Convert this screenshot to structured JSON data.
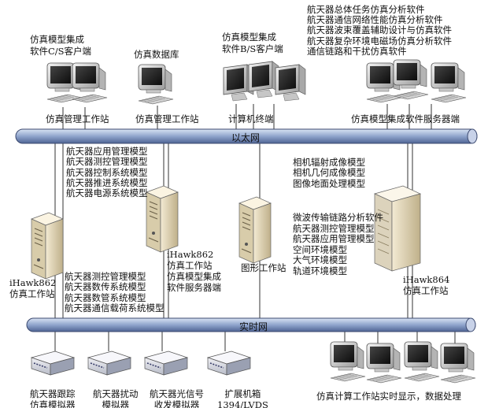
{
  "top_left_client": [
    "仿真模型集成",
    "软件C/S客户端"
  ],
  "db_label": "仿真数据库",
  "bs_client": [
    "仿真模型集成",
    "软件B/S客户端"
  ],
  "top_right_list": [
    "航天器总体任务仿真分析软件",
    "航天器通信网络性能仿真分析软件",
    "航天器波束覆盖辅助设计与仿真软件",
    "航天器复杂环境电磁场仿真分析软件",
    "通信链路和干扰仿真软件"
  ],
  "top_labels": {
    "mgmt1": "仿真管理工作站",
    "mgmt2": "仿真管理工作站",
    "terminal": "计算机终端",
    "server_end": "仿真模型集成软件服务器端"
  },
  "ethernet": "以太网",
  "realtime_net": "实时网",
  "models_left_top": [
    "航天器应用管理模型",
    "航天器测控管理模型",
    "航天器控制系统模型",
    "航天器推进系统模型",
    "航天器电源系统模型"
  ],
  "models_imaging": [
    "相机辐射成像模型",
    "相机几何成像模型",
    "图像地面处理模型"
  ],
  "models_right": [
    "微波传输链路分析软件",
    "航天器测控管理模型",
    "航天器应用管理模型",
    "空间环境模型",
    "大气环境模型",
    "轨道环境模型"
  ],
  "models_left_bottom": [
    "航天器测控管理模型",
    "航天器数传系统模型",
    "航天器数管系统模型",
    "航天器通信载荷系统模型"
  ],
  "ws1": [
    "iHawk862",
    "仿真工作站"
  ],
  "ws2": [
    "iHawk862",
    "仿真工作站",
    "仿真模型集成",
    "软件服务器端"
  ],
  "graphics_ws": "图形工作站",
  "ws4": [
    "iHawk864",
    "仿真工作站"
  ],
  "bottom_devices": [
    [
      "航天器跟踪",
      "仿真模拟器"
    ],
    [
      "航天器扰动",
      "模拟器"
    ],
    [
      "航天器光信号",
      "收发模拟器"
    ],
    [
      "扩展机箱",
      "1394/LVDS"
    ]
  ],
  "bottom_right": "仿真计算工作站实时显示，数据处理",
  "icons": [
    "desktop-computer-icon",
    "database-computer-icon",
    "monitor-icon",
    "tower-server-icon",
    "rack-server-icon",
    "simulator-box-icon"
  ]
}
